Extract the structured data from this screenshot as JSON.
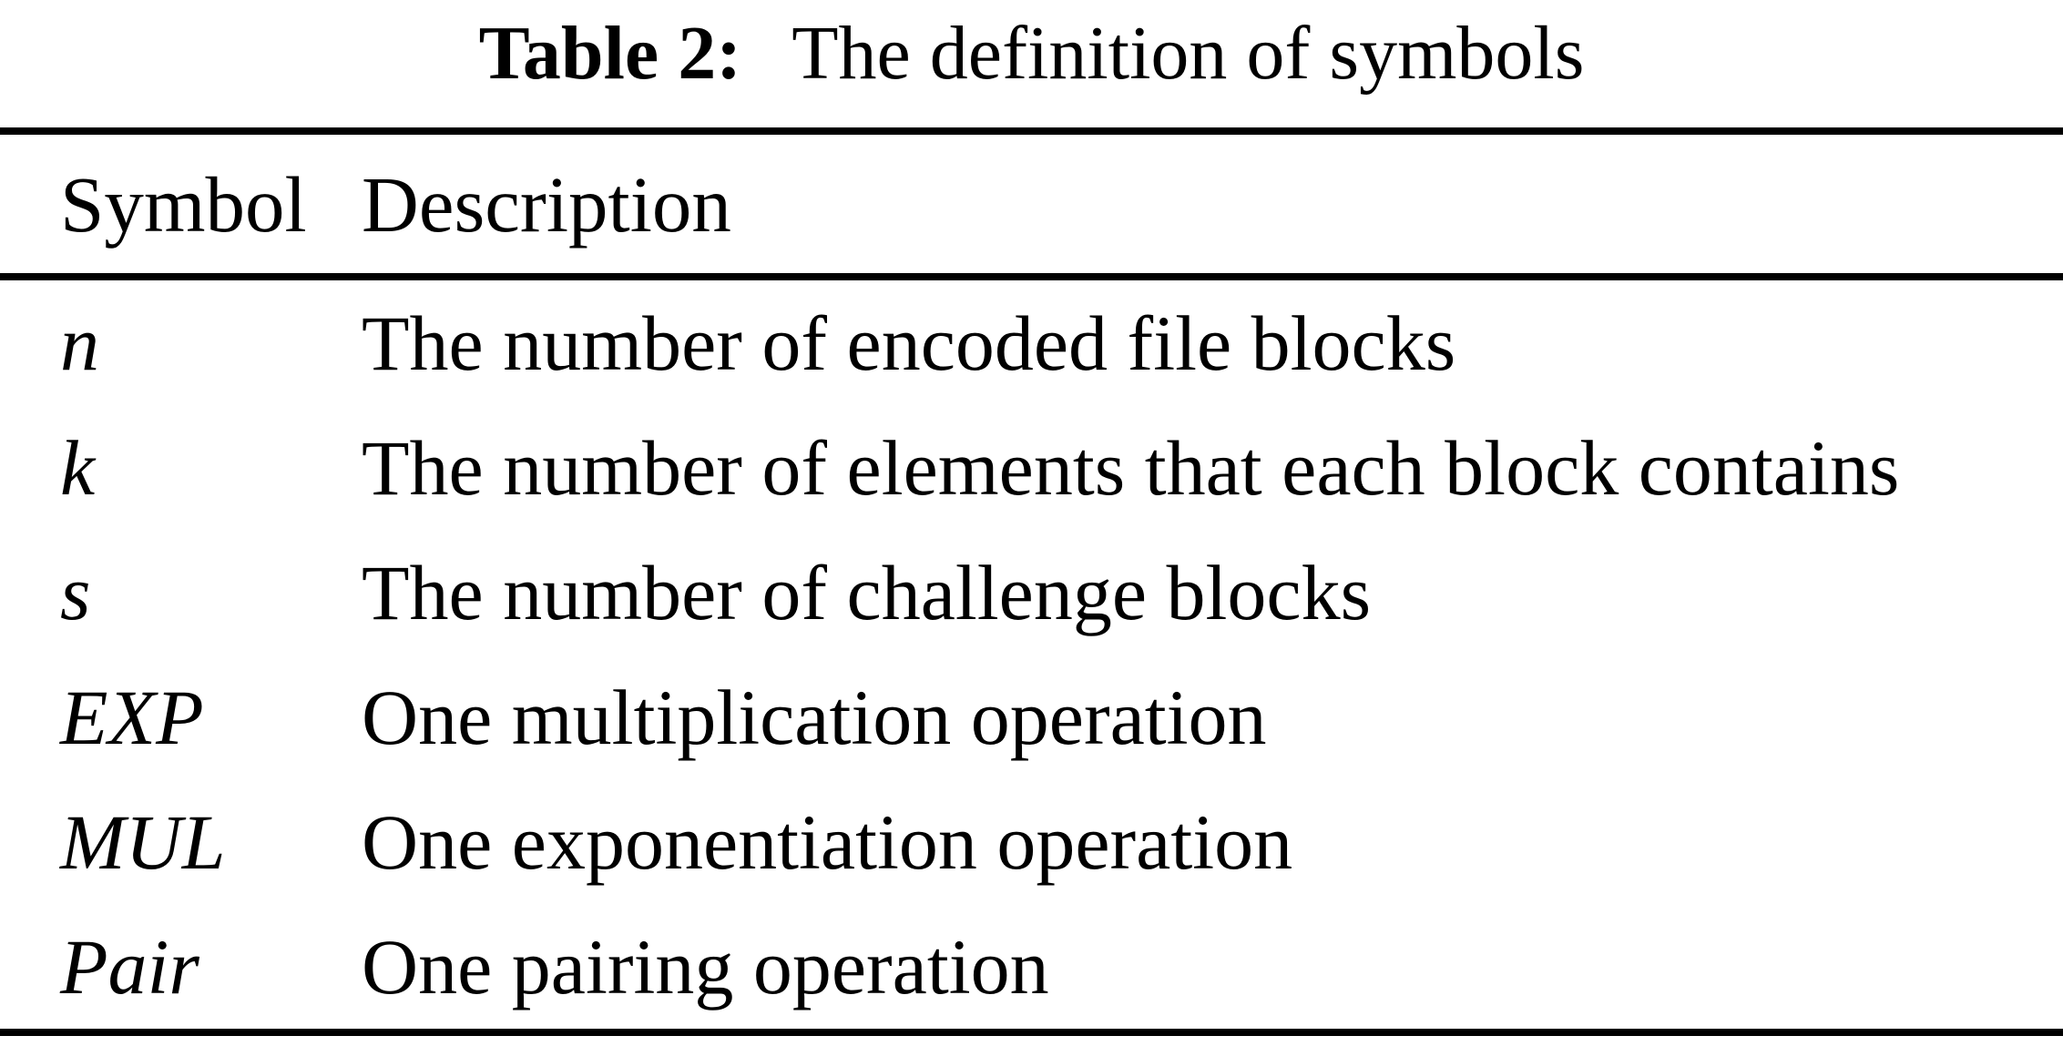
{
  "caption": {
    "label": "Table 2:",
    "title": "The definition of symbols"
  },
  "columns": [
    "Symbol",
    "Description"
  ],
  "rows": [
    {
      "symbol": "n",
      "description": "The number of encoded file blocks"
    },
    {
      "symbol": "k",
      "description": "The number of elements that each block contains"
    },
    {
      "symbol": "s",
      "description": "The number of challenge blocks"
    },
    {
      "symbol": "EXP",
      "description": "One multiplication operation"
    },
    {
      "symbol": "MUL",
      "description": "One exponentiation operation"
    },
    {
      "symbol": "Pair",
      "description": "One pairing operation"
    }
  ],
  "colors": {
    "text": "#000000",
    "background": "#ffffff",
    "rule": "#000000"
  }
}
